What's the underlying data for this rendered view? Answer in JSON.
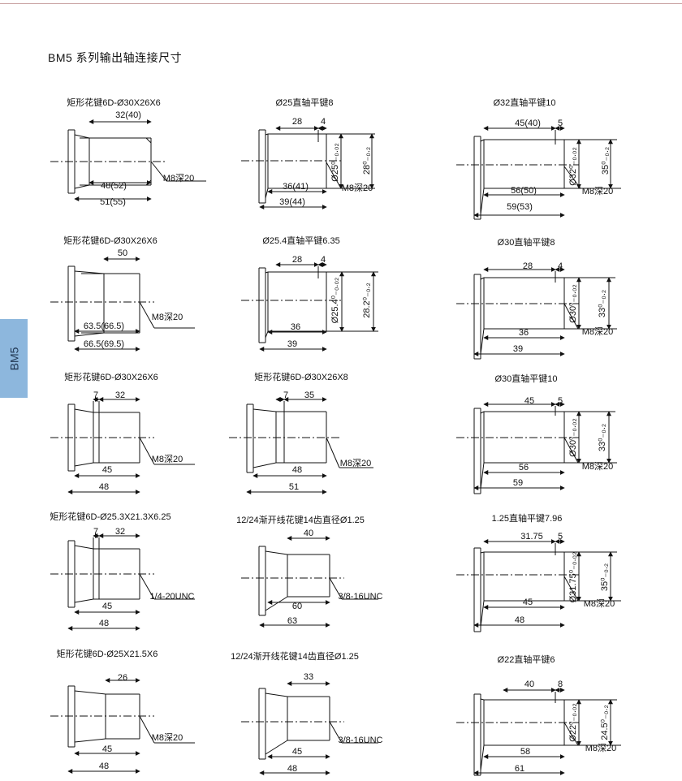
{
  "page": {
    "header": "BM5 系列输出轴连接尺寸",
    "side_tab": "BM5"
  },
  "figures": [
    {
      "title": "矩形花键6D-Ø30X26X6",
      "dims": [
        "32(40)",
        "48(52)",
        "51(55)"
      ],
      "note": "M8深20"
    },
    {
      "title": "Ø25直轴平键8",
      "dims": [
        "28",
        "4",
        "36(41)",
        "39(44)",
        "Ø25⁰₋₀.₀₂",
        "28⁰₋₀.₂"
      ],
      "note": "M8深20"
    },
    {
      "title": "Ø32直轴平键10",
      "dims": [
        "45(40)",
        "5",
        "56(50)",
        "59(53)",
        "Ø32⁰₋₀.₀₂",
        "35⁰₋₀.₂"
      ],
      "note": "M8深20"
    },
    {
      "title": "矩形花键6D-Ø30X26X6",
      "dims": [
        "50",
        "63.5(66.5)",
        "66.5(69.5)"
      ],
      "note": "M8深20"
    },
    {
      "title": "Ø25.4直轴平键6.35",
      "dims": [
        "28",
        "4",
        "36",
        "39",
        "Ø25.4⁰₋₀.₀₂",
        "28.2⁰₋₀.₂"
      ],
      "note": ""
    },
    {
      "title": "Ø30直轴平键8",
      "dims": [
        "28",
        "4",
        "36",
        "39",
        "Ø30⁰₋₀.₀₂",
        "33⁰₋₀.₂"
      ],
      "note": "M8深20"
    },
    {
      "title": "矩形花键6D-Ø30X26X6",
      "dims": [
        "7",
        "32",
        "45",
        "48"
      ],
      "note": "M8深20"
    },
    {
      "title": "矩形花键6D-Ø30X26X8",
      "dims": [
        "7",
        "35",
        "48",
        "51"
      ],
      "note": "M8深20"
    },
    {
      "title": "Ø30直轴平键10",
      "dims": [
        "45",
        "5",
        "56",
        "59",
        "Ø30⁰₋₀.₀₂",
        "33⁰₋₀.₂"
      ],
      "note": "M8深20"
    },
    {
      "title": "矩形花键6D-Ø25.3X21.3X6.25",
      "dims": [
        "7",
        "32",
        "45",
        "48"
      ],
      "note": "1/4-20UNC"
    },
    {
      "title": "12/24渐开线花键14齿直径Ø1.25",
      "dims": [
        "40",
        "60",
        "63"
      ],
      "note": "3/8-16UNC"
    },
    {
      "title": "1.25直轴平键7.96",
      "dims": [
        "31.75",
        "5",
        "45",
        "48",
        "Ø31.75⁰₋₀.₀₂",
        "35⁰₋₀.₂"
      ],
      "note": "M8深20"
    },
    {
      "title": "矩形花键6D-Ø25X21.5X6",
      "dims": [
        "26",
        "45",
        "48"
      ],
      "note": "M8深20"
    },
    {
      "title": "12/24渐开线花键14齿直径Ø1.25",
      "dims": [
        "33",
        "45",
        "48"
      ],
      "note": "3/8-16UNC"
    },
    {
      "title": "Ø22直轴平键6",
      "dims": [
        "40",
        "8",
        "58",
        "61",
        "Ø22⁰₋₀.₀₂",
        "24.5⁰₋₀.₂"
      ],
      "note": "M8深20"
    }
  ]
}
